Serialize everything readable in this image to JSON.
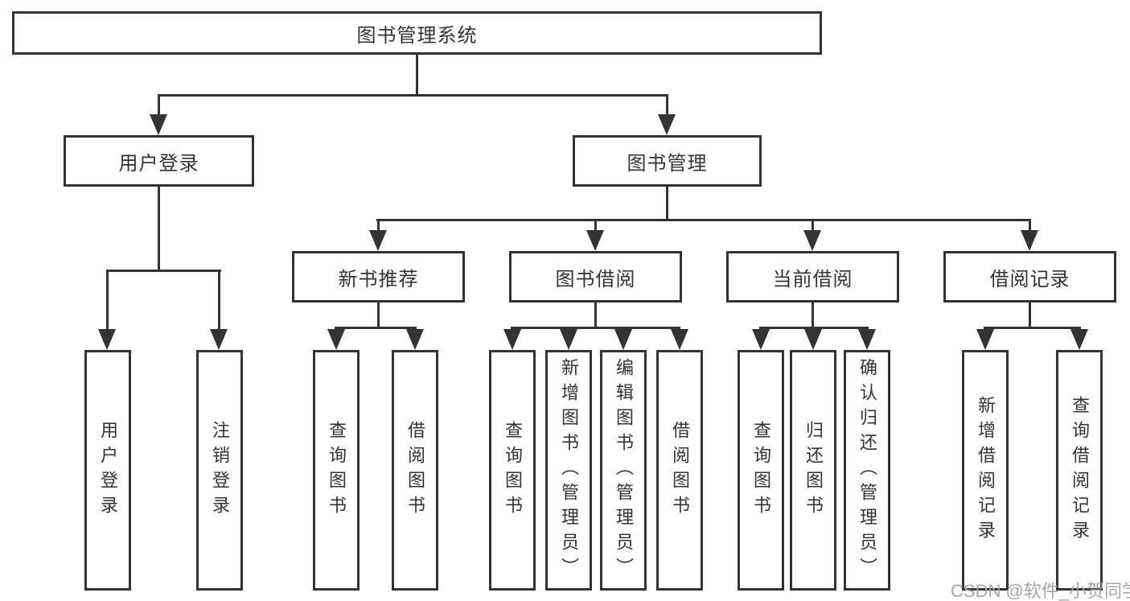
{
  "title": "图书管理系统",
  "colors": {
    "line": "#333333",
    "text": "#333333",
    "background": "#ffffff",
    "watermark": "#a6a6a6"
  },
  "nodes": {
    "root": {
      "label": "图书管理系统"
    },
    "user_login": {
      "label": "用户登录"
    },
    "book_mgmt": {
      "label": "图书管理"
    },
    "new_books": {
      "label": "新书推荐"
    },
    "book_borrow": {
      "label": "图书借阅"
    },
    "current_borrow": {
      "label": "当前借阅"
    },
    "borrow_records": {
      "label": "借阅记录"
    }
  },
  "leaves": {
    "user_login": [
      {
        "label": "用户登录"
      },
      {
        "label": "注销登录"
      }
    ],
    "new_books": [
      {
        "label": "查询图书"
      },
      {
        "label": "借阅图书"
      }
    ],
    "book_borrow": [
      {
        "label": "查询图书"
      },
      {
        "label": "新增图书（管理员）"
      },
      {
        "label": "编辑图书（管理员）"
      },
      {
        "label": "借阅图书"
      }
    ],
    "current_borrow": [
      {
        "label": "查询图书"
      },
      {
        "label": "归还图书"
      },
      {
        "label": "确认归还（管理员）"
      }
    ],
    "borrow_records": [
      {
        "label": "新增借阅记录"
      },
      {
        "label": "查询借阅记录"
      }
    ]
  },
  "watermark": "CSDN @软件_小贺同学"
}
